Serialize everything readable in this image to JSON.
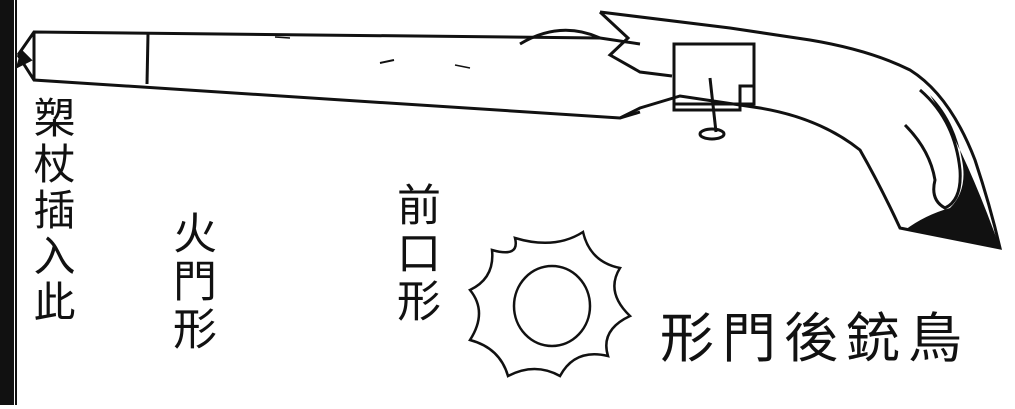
{
  "labels": {
    "ramrod_note": "槊杖插入此",
    "touch_hole_shape": "火門形",
    "muzzle_shape": "前口形",
    "breech_shape": "形門後銃鳥"
  },
  "colors": {
    "ink": "#111111",
    "paper": "#ffffff"
  }
}
